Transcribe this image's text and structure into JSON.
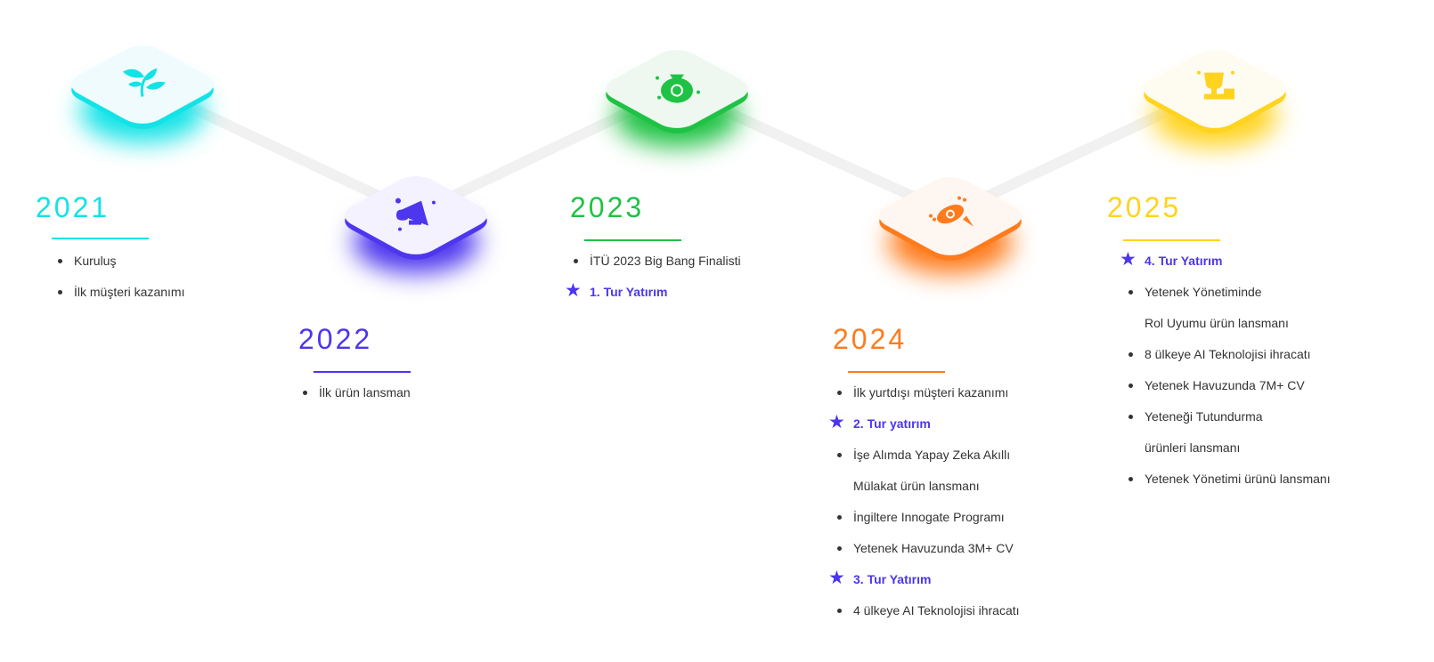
{
  "colors": {
    "2021": "#11e3e6",
    "2022": "#4d36ee",
    "2023": "#1fc244",
    "2024": "#ff7b1c",
    "2025": "#ffd31f"
  },
  "milestones": [
    {
      "year": "2021",
      "icon": "plant-icon",
      "items": [
        {
          "type": "bullet",
          "text": "Kuruluş"
        },
        {
          "type": "bullet",
          "text": "İlk müşteri kazanımı"
        }
      ]
    },
    {
      "year": "2022",
      "icon": "megaphone-icon",
      "items": [
        {
          "type": "bullet",
          "text": "İlk ürün lansman"
        }
      ]
    },
    {
      "year": "2023",
      "icon": "money-bag-icon",
      "items": [
        {
          "type": "bullet",
          "text": "İTÜ 2023 Big Bang Finalisti"
        },
        {
          "type": "star",
          "text": "1. Tur Yatırım"
        }
      ]
    },
    {
      "year": "2024",
      "icon": "rocket-icon",
      "items": [
        {
          "type": "bullet",
          "text": "İlk yurtdışı müşteri kazanımı"
        },
        {
          "type": "star",
          "text": "2. Tur yatırım"
        },
        {
          "type": "bullet",
          "text": "İşe Alımda Yapay Zeka Akıllı"
        },
        {
          "type": "cont",
          "text": "Mülakat ürün lansmanı"
        },
        {
          "type": "bullet",
          "text": "İngiltere Innogate Programı"
        },
        {
          "type": "bullet",
          "text": "Yetenek Havuzunda 3M+  CV"
        },
        {
          "type": "star",
          "text": "3. Tur Yatırım"
        },
        {
          "type": "bullet",
          "text": "4 ülkeye AI Teknolojisi ihracatı"
        }
      ]
    },
    {
      "year": "2025",
      "icon": "trophy-icon",
      "items": [
        {
          "type": "star",
          "text": "4. Tur Yatırım"
        },
        {
          "type": "bullet",
          "text": "Yetenek Yönetiminde"
        },
        {
          "type": "cont",
          "text": "Rol Uyumu ürün lansmanı"
        },
        {
          "type": "bullet",
          "text": "8 ülkeye AI Teknolojisi ihracatı"
        },
        {
          "type": "bullet",
          "text": "Yetenek Havuzunda 7M+ CV"
        },
        {
          "type": "bullet",
          "text": "Yeteneği Tutundurma"
        },
        {
          "type": "cont",
          "text": "ürünleri lansmanı"
        },
        {
          "type": "bullet",
          "text": "Yetenek Yönetimi ürünü lansmanı"
        }
      ]
    }
  ]
}
